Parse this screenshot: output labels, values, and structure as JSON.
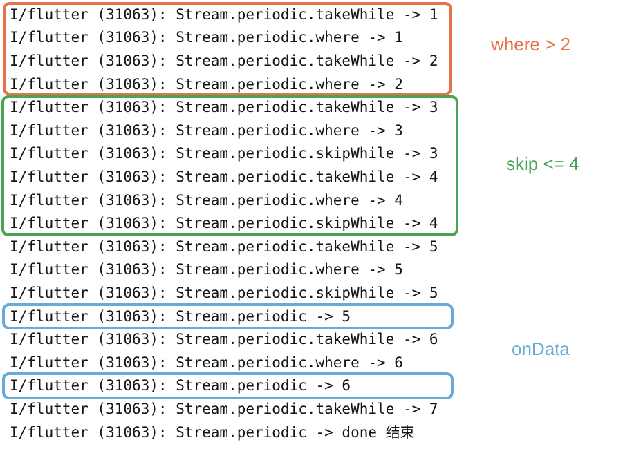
{
  "colors": {
    "orange": "#E8714C",
    "green": "#4BA355",
    "blue": "#67ABD9",
    "log_text": "#151515",
    "background": "#FFFFFF"
  },
  "log": {
    "lines": [
      "I/flutter (31063): Stream.periodic.takeWhile -> 1",
      "I/flutter (31063): Stream.periodic.where -> 1",
      "I/flutter (31063): Stream.periodic.takeWhile -> 2",
      "I/flutter (31063): Stream.periodic.where -> 2",
      "I/flutter (31063): Stream.periodic.takeWhile -> 3",
      "I/flutter (31063): Stream.periodic.where -> 3",
      "I/flutter (31063): Stream.periodic.skipWhile -> 3",
      "I/flutter (31063): Stream.periodic.takeWhile -> 4",
      "I/flutter (31063): Stream.periodic.where -> 4",
      "I/flutter (31063): Stream.periodic.skipWhile -> 4",
      "I/flutter (31063): Stream.periodic.takeWhile -> 5",
      "I/flutter (31063): Stream.periodic.where -> 5",
      "I/flutter (31063): Stream.periodic.skipWhile -> 5",
      "I/flutter (31063): Stream.periodic -> 5",
      "I/flutter (31063): Stream.periodic.takeWhile -> 6",
      "I/flutter (31063): Stream.periodic.where -> 6",
      "I/flutter (31063): Stream.periodic -> 6",
      "I/flutter (31063): Stream.periodic.takeWhile -> 7",
      "I/flutter (31063): Stream.periodic -> done 结束"
    ]
  },
  "highlight_groups": [
    {
      "name": "where-filter",
      "color": "orange",
      "line_start": 1,
      "line_end": 4
    },
    {
      "name": "skip-filter",
      "color": "green",
      "line_start": 5,
      "line_end": 10
    },
    {
      "name": "ondata-emit-5",
      "color": "blue",
      "line_start": 14,
      "line_end": 14
    },
    {
      "name": "ondata-emit-6",
      "color": "blue",
      "line_start": 17,
      "line_end": 17
    }
  ],
  "annotations": {
    "where": "where > 2",
    "skip": "skip <= 4",
    "ondata": "onData"
  }
}
